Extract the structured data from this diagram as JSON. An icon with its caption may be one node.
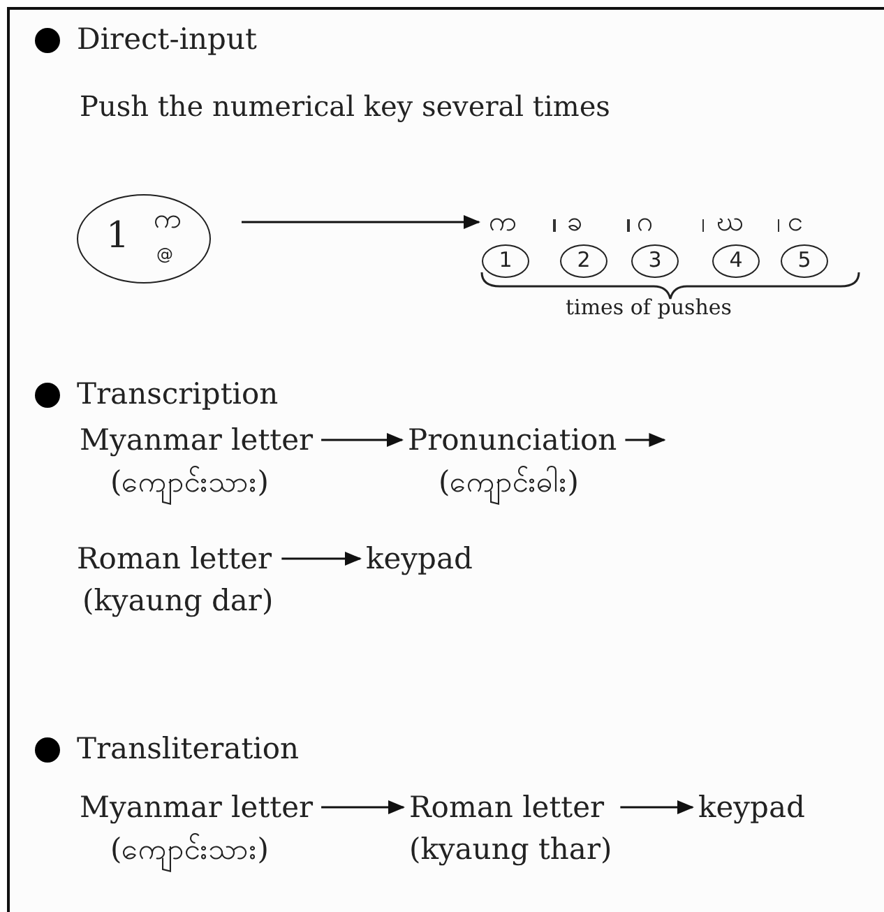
{
  "diagram": {
    "nodes": [
      {
        "text": [
          "1",
          "က",
          "@"
        ]
      },
      {
        "text": [
          "က",
          "ခ",
          "ဂ",
          "ဃ",
          "င"
        ]
      },
      {
        "text": [
          "1"
        ]
      },
      {
        "text": [
          "2"
        ]
      },
      {
        "text": [
          "3"
        ]
      },
      {
        "text": [
          "4"
        ]
      },
      {
        "text": [
          "5"
        ]
      },
      {
        "text": [
          "Myanmar letter",
          "(ကျောင်းသား)"
        ]
      },
      {
        "text": [
          "Pronunciation",
          "(ကျောင်းဓါး)"
        ]
      },
      {
        "text": [
          "Roman letter",
          "(kyaung dar)"
        ]
      },
      {
        "text": [
          "keypad"
        ]
      },
      {
        "text": [
          "Myanmar letter",
          "(ကျောင်းသား)"
        ]
      },
      {
        "text": [
          "Roman letter",
          "(kyaung thar)"
        ]
      },
      {
        "text": [
          "keypad"
        ]
      }
    ],
    "edges": [
      {
        "from": 0,
        "to": 1,
        "arrow": "to"
      },
      {
        "from": 7,
        "to": 8,
        "arrow": "to"
      },
      {
        "from": 8,
        "to": null,
        "arrow": "to"
      },
      {
        "from": 9,
        "to": 10,
        "arrow": "to"
      },
      {
        "from": 11,
        "to": 12,
        "arrow": "to"
      },
      {
        "from": 12,
        "to": 13,
        "arrow": "to"
      }
    ],
    "labels": [
      "Direct-input",
      "Push the numerical key several times",
      "times of pushes",
      "Transcription",
      "Transliteration"
    ]
  }
}
